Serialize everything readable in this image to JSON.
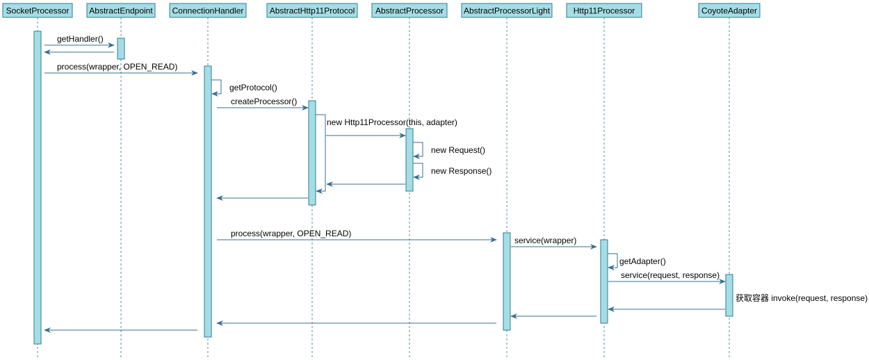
{
  "participants": [
    {
      "id": "sp",
      "label": "SocketProcessor"
    },
    {
      "id": "ae",
      "label": "AbstractEndpoint"
    },
    {
      "id": "ch",
      "label": "ConnectionHandler"
    },
    {
      "id": "ah",
      "label": "AbstractHttp11Protocol"
    },
    {
      "id": "apr",
      "label": "AbstractProcessor"
    },
    {
      "id": "apl",
      "label": "AbstractProcessorLight"
    },
    {
      "id": "h11",
      "label": "Http11Processor"
    },
    {
      "id": "ca",
      "label": "CoyoteAdapter"
    }
  ],
  "messages": [
    {
      "id": "m1",
      "from": "sp",
      "to": "ae",
      "label": "getHandler()"
    },
    {
      "id": "m2",
      "from": "ae",
      "to": "sp",
      "label": ""
    },
    {
      "id": "m3",
      "from": "sp",
      "to": "ch",
      "label": "process(wrapper, OPEN_READ)"
    },
    {
      "id": "m4",
      "from": "ch",
      "to": "ch",
      "label": "getProtocol()"
    },
    {
      "id": "m5",
      "from": "ch",
      "to": "ah",
      "label": "createProcessor()"
    },
    {
      "id": "m6",
      "from": "ah",
      "to": "ah",
      "label": "new Http11Processor(this, adapter)"
    },
    {
      "id": "m7",
      "from": "ah",
      "to": "apr",
      "label": ""
    },
    {
      "id": "m8",
      "from": "apr",
      "to": "apr",
      "label": "new Request()"
    },
    {
      "id": "m9",
      "from": "apr",
      "to": "apr",
      "label": "new Response()"
    },
    {
      "id": "m10",
      "from": "apr",
      "to": "ah",
      "label": ""
    },
    {
      "id": "m11",
      "from": "ah",
      "to": "ch",
      "label": ""
    },
    {
      "id": "m12",
      "from": "ch",
      "to": "apl",
      "label": "process(wrapper, OPEN_READ)"
    },
    {
      "id": "m13",
      "from": "apl",
      "to": "h11",
      "label": "service(wrapper)"
    },
    {
      "id": "m14",
      "from": "h11",
      "to": "h11",
      "label": "getAdapter()"
    },
    {
      "id": "m15",
      "from": "h11",
      "to": "ca",
      "label": "service(request, response)"
    },
    {
      "id": "m16",
      "from": "ca",
      "to": "ca",
      "label": "获取容器 invoke(request, response)"
    },
    {
      "id": "m17",
      "from": "ca",
      "to": "h11",
      "label": ""
    },
    {
      "id": "m18",
      "from": "h11",
      "to": "apl",
      "label": ""
    },
    {
      "id": "m19",
      "from": "apl",
      "to": "ch",
      "label": ""
    },
    {
      "id": "m20",
      "from": "ch",
      "to": "sp",
      "label": ""
    }
  ],
  "colors": {
    "header_fill": "#a5dde6",
    "header_stroke": "#2e7d8c",
    "activation_fill": "#a5dde6",
    "activation_stroke": "#2e7d8c",
    "lifeline": "#5a8fa8",
    "arrow": "#3a6e8f"
  }
}
